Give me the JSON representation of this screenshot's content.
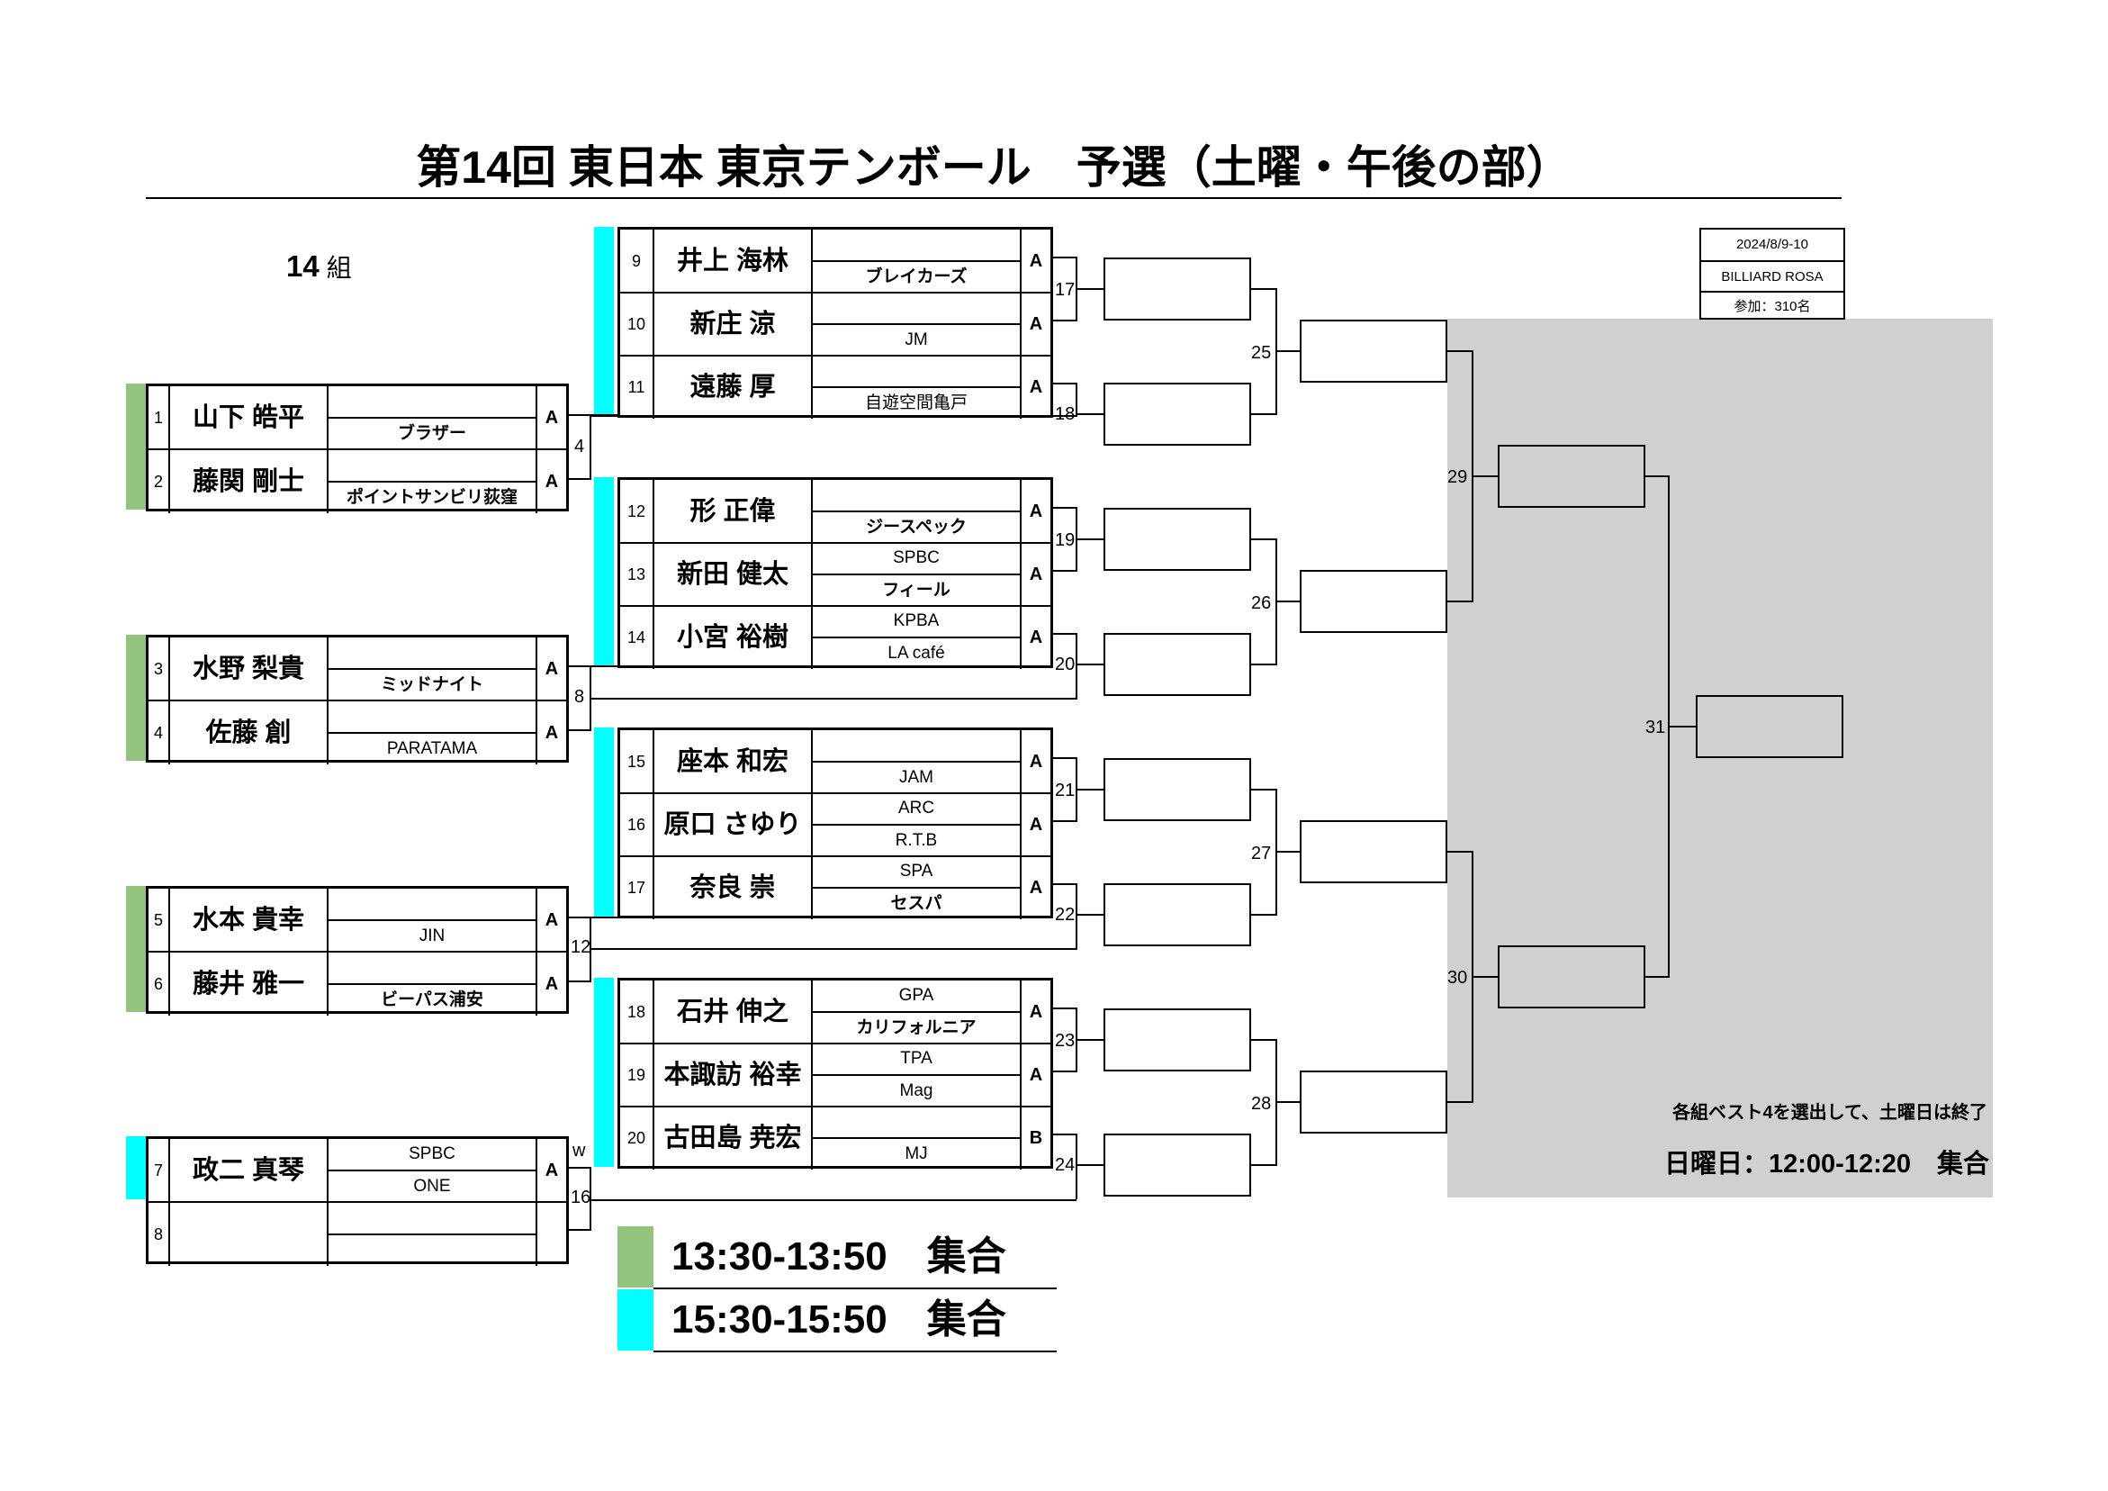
{
  "title": "第14回 東日本 東京テンボール　予選（土曜・午後の部）",
  "group": {
    "number": "14",
    "suffix": "組"
  },
  "info": {
    "dates": "2024/8/9-10",
    "venue": "BILLIARD ROSA",
    "participants": "参加：310名"
  },
  "note": "各組ベスト4を選出して、土曜日は終了",
  "sunday": "日曜日：12:00-12:20　集合",
  "legend": [
    {
      "time": "13:30-13:50　集合",
      "color": "#93c47d"
    },
    {
      "time": "15:30-15:50　集合",
      "color": "#00ffff"
    }
  ],
  "colors": {
    "green": "#93c47d",
    "cyan": "#00ffff",
    "gray": "#d0d0d0"
  },
  "left_blocks": [
    {
      "color": "green",
      "players": [
        {
          "seed": "1",
          "name": "山下 皓平",
          "club_top": "",
          "club_bottom": "ブラザー",
          "cls": "A"
        },
        {
          "seed": "2",
          "name": "藤関 剛士",
          "club_top": "",
          "club_bottom": "ポイントサンビリ荻窪",
          "cls": "A"
        }
      ]
    },
    {
      "color": "green",
      "players": [
        {
          "seed": "3",
          "name": "水野 梨貴",
          "club_top": "",
          "club_bottom": "ミッドナイト",
          "cls": "A"
        },
        {
          "seed": "4",
          "name": "佐藤 創",
          "club_top": "",
          "club_bottom": "PARATAMA",
          "cls": "A"
        }
      ]
    },
    {
      "color": "green",
      "players": [
        {
          "seed": "5",
          "name": "水本 貴幸",
          "club_top": "",
          "club_bottom": "JIN",
          "cls": "A"
        },
        {
          "seed": "6",
          "name": "藤井 雅一",
          "club_top": "",
          "club_bottom": "ビーパス浦安",
          "cls": "A"
        }
      ]
    },
    {
      "color": "cyan",
      "players": [
        {
          "seed": "7",
          "name": "政二 真琴",
          "club_top": "SPBC",
          "club_bottom": "ONE",
          "cls": "A"
        },
        {
          "seed": "8",
          "name": "",
          "club_top": "",
          "club_bottom": "",
          "cls": ""
        }
      ]
    }
  ],
  "mid_blocks": [
    {
      "color": "cyan",
      "players": [
        {
          "seed": "9",
          "name": "井上 海林",
          "club_top": "",
          "club_bottom": "ブレイカーズ",
          "cls": "A"
        },
        {
          "seed": "10",
          "name": "新庄 涼",
          "club_top": "",
          "club_bottom": "JM",
          "cls": "A"
        },
        {
          "seed": "11",
          "name": "遠藤 厚",
          "club_top": "",
          "club_bottom": "自遊空間亀戸",
          "cls": "A"
        }
      ]
    },
    {
      "color": "cyan",
      "players": [
        {
          "seed": "12",
          "name": "形 正偉",
          "club_top": "",
          "club_bottom": "ジースペック",
          "cls": "A"
        },
        {
          "seed": "13",
          "name": "新田 健太",
          "club_top": "SPBC",
          "club_bottom": "フィール",
          "cls": "A"
        },
        {
          "seed": "14",
          "name": "小宮 裕樹",
          "club_top": "KPBA",
          "club_bottom": "LA café",
          "cls": "A"
        }
      ]
    },
    {
      "color": "cyan",
      "players": [
        {
          "seed": "15",
          "name": "座本 和宏",
          "club_top": "",
          "club_bottom": "JAM",
          "cls": "A"
        },
        {
          "seed": "16",
          "name": "原口 さゆり",
          "club_top": "ARC",
          "club_bottom": "R.T.B",
          "cls": "A"
        },
        {
          "seed": "17",
          "name": "奈良 崇",
          "club_top": "SPA",
          "club_bottom": "セスパ",
          "cls": "A"
        }
      ]
    },
    {
      "color": "cyan",
      "players": [
        {
          "seed": "18",
          "name": "石井 伸之",
          "club_top": "GPA",
          "club_bottom": "カリフォルニア",
          "cls": "A"
        },
        {
          "seed": "19",
          "name": "本諏訪 裕幸",
          "club_top": "TPA",
          "club_bottom": "Mag",
          "cls": "A"
        },
        {
          "seed": "20",
          "name": "古田島 尭宏",
          "club_top": "",
          "club_bottom": "MJ",
          "cls": "B"
        }
      ]
    }
  ],
  "match_numbers": {
    "m4": "4",
    "m8": "8",
    "m12": "12",
    "m16": "16",
    "w": "w",
    "m17": "17",
    "m18": "18",
    "m19": "19",
    "m20": "20",
    "m21": "21",
    "m22": "22",
    "m23": "23",
    "m24": "24",
    "m25": "25",
    "m26": "26",
    "m27": "27",
    "m28": "28",
    "m29": "29",
    "m30": "30",
    "m31": "31"
  }
}
